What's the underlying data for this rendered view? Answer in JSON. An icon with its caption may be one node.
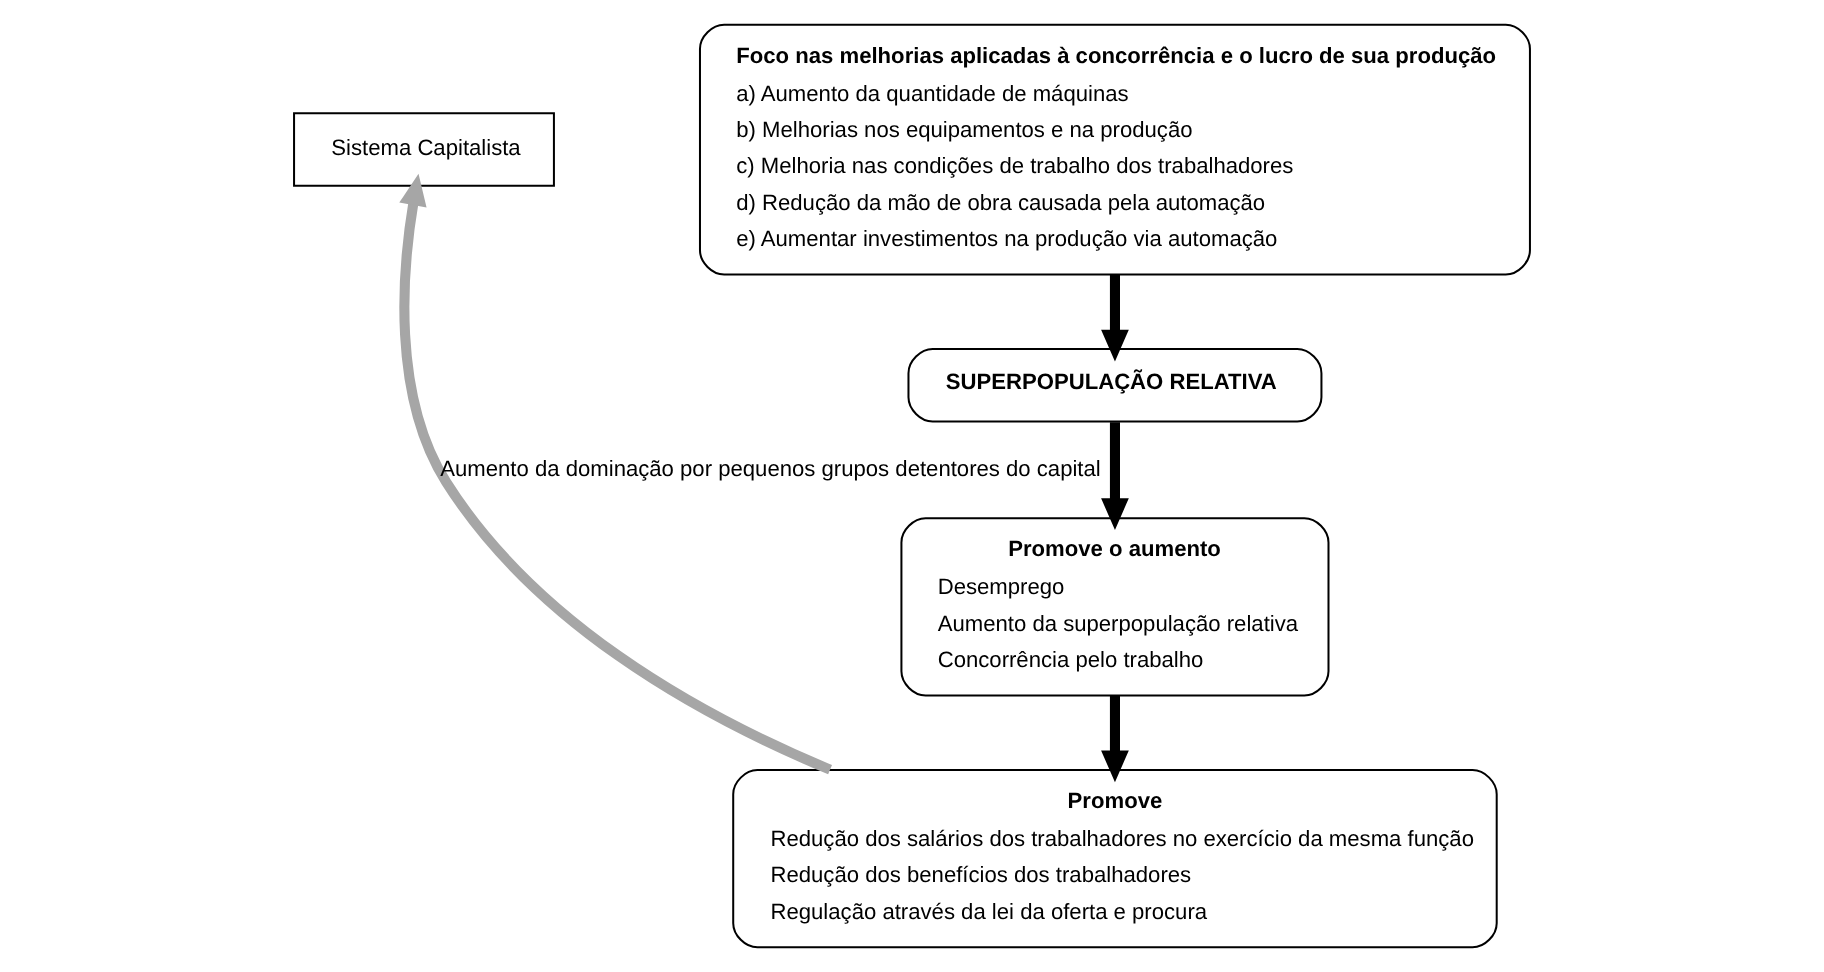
{
  "diagram": {
    "nodes": [
      {
        "text": [
          "Sistema Capitalista"
        ]
      },
      {
        "text": [
          "Foco nas melhorias aplicadas à concorrência e o lucro de sua produção",
          "a) Aumento da quantidade de máquinas",
          "b) Melhorias nos equipamentos e na produção",
          "c) Melhoria nas condições de trabalho dos trabalhadores",
          "d) Redução da mão de obra causada pela automação",
          "e) Aumentar investimentos na produção via automação"
        ]
      },
      {
        "text": [
          "SUPERPOPULAÇÃO RELATIVA"
        ]
      },
      {
        "text": [
          "Promove o aumento",
          "Desemprego",
          "Aumento da superpopulação relativa",
          "Concorrência pelo trabalho"
        ]
      },
      {
        "text": [
          "Promove",
          "Redução dos salários dos trabalhadores no exercício da mesma função",
          "Redução dos benefícios dos trabalhadores",
          "Regulação através da lei da oferta e procura"
        ]
      }
    ],
    "edges": [
      {
        "from": 1,
        "to": 2,
        "arrow": "to"
      },
      {
        "from": 2,
        "to": 3,
        "arrow": "to"
      },
      {
        "from": 3,
        "to": 4,
        "arrow": "to"
      },
      {
        "from": 4,
        "to": 0,
        "arrow": "to",
        "color": "#a6a6a6",
        "label": "Aumento da dominação por pequenos grupos detentores do capital"
      }
    ]
  }
}
